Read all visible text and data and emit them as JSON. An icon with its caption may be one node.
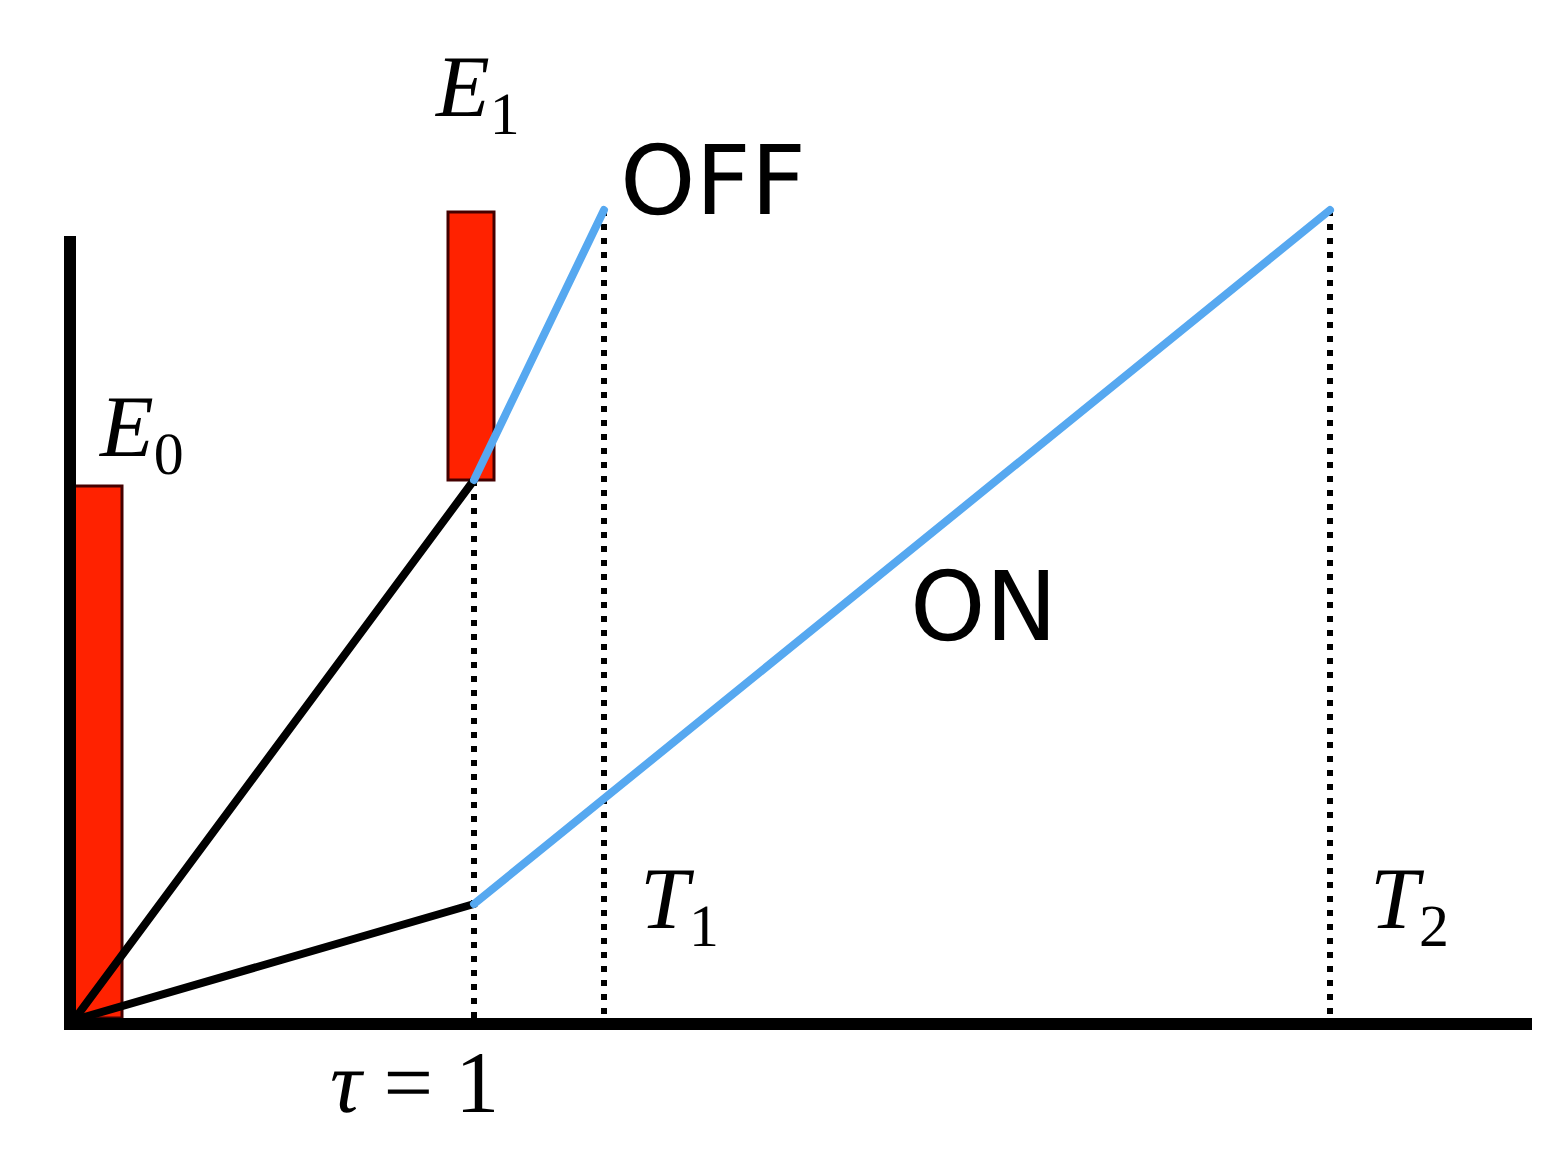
{
  "diagram": {
    "labels": [
      "*E*$_{0}$",
      "*E*$_{1}$",
      "OFF",
      "ON",
      "*T*$_{1}$",
      "*T*$_{2}$",
      "*τ* = 1"
    ]
  }
}
